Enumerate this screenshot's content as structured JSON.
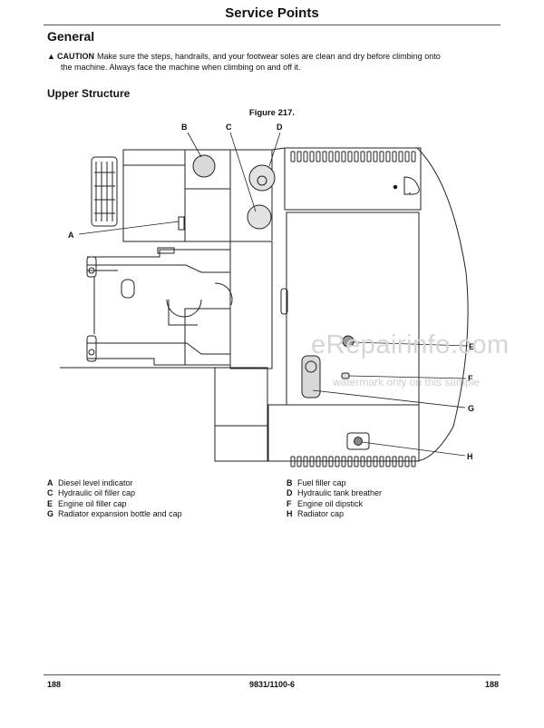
{
  "page_title": "Service Points",
  "section_heading": "General",
  "caution": {
    "icon": "warning-triangle",
    "label": "CAUTION",
    "text_line1": "Make sure the steps, handrails, and your footwear soles are clean and dry before climbing onto",
    "text_line2": "the machine. Always face the machine when climbing on and off it."
  },
  "subsection_heading": "Upper Structure",
  "figure_caption": "Figure 217.",
  "callouts": {
    "A": "A",
    "B": "B",
    "C": "C",
    "D": "D",
    "E": "E",
    "F": "F",
    "G": "G",
    "H": "H"
  },
  "legend_left": [
    {
      "key": "A",
      "text": "Diesel level indicator"
    },
    {
      "key": "C",
      "text": "Hydraulic oil filler cap"
    },
    {
      "key": "E",
      "text": "Engine oil filler cap"
    },
    {
      "key": "G",
      "text": "Radiator expansion bottle and cap"
    }
  ],
  "legend_right": [
    {
      "key": "B",
      "text": "Fuel filler cap"
    },
    {
      "key": "D",
      "text": "Hydraulic tank breather"
    },
    {
      "key": "F",
      "text": "Engine oil dipstick"
    },
    {
      "key": "H",
      "text": "Radiator cap"
    }
  ],
  "watermark": {
    "main": "eRepairinfo.com",
    "sub": "watermark only on this sample"
  },
  "footer": {
    "left": "188",
    "center": "9831/1100-6",
    "right": "188"
  }
}
